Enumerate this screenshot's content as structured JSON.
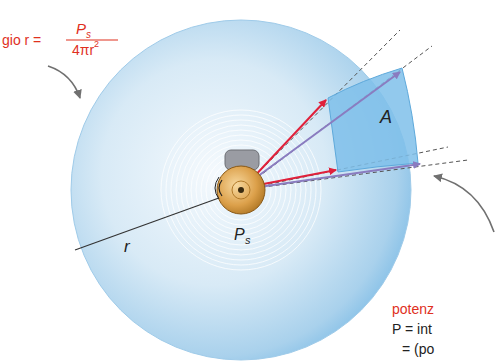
{
  "diagram": {
    "labels": [
      "gio r =",
      "P",
      "s",
      "4πr",
      "2",
      "A",
      "r",
      "P",
      "s",
      "potenz",
      "P = int",
      "= (po"
    ]
  }
}
